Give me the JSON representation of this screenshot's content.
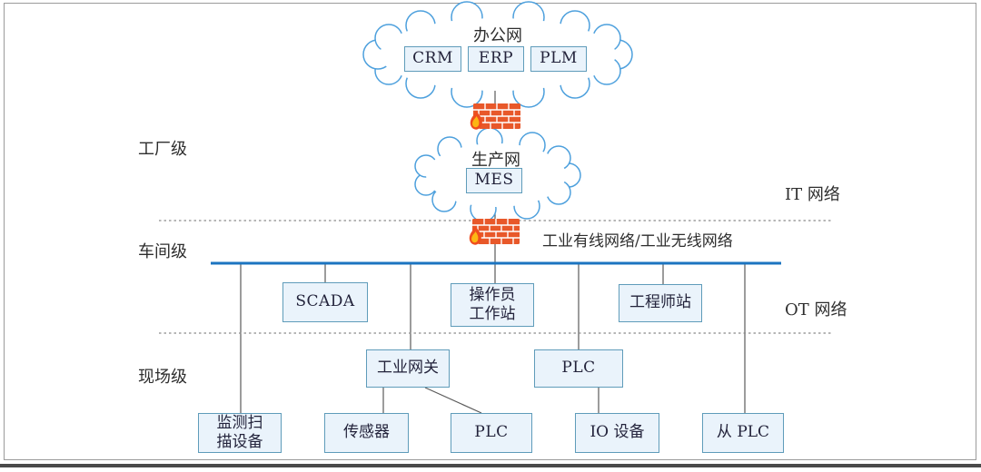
{
  "levels": [
    {
      "label": "工厂级"
    },
    {
      "label": "车间级"
    },
    {
      "label": "现场级"
    }
  ],
  "zones": [
    {
      "label": "IT 网络"
    },
    {
      "label": "OT 网络"
    }
  ],
  "office_cloud": {
    "label": "办公网",
    "systems": [
      {
        "label": "CRM"
      },
      {
        "label": "ERP"
      },
      {
        "label": "PLM"
      }
    ]
  },
  "production_cloud": {
    "label": "生产网",
    "systems": [
      {
        "label": "MES"
      }
    ]
  },
  "bus": {
    "label": "工业有线网络/工业无线网络"
  },
  "workshop_nodes": [
    {
      "label": "SCADA"
    },
    {
      "label": "操作员\n工作站"
    },
    {
      "label": "工程师站"
    }
  ],
  "field_nodes": [
    {
      "label": "工业网关"
    },
    {
      "label": "PLC"
    }
  ],
  "device_nodes": [
    {
      "label": "监测扫\n描设备"
    },
    {
      "label": "传感器"
    },
    {
      "label": "PLC"
    },
    {
      "label": "IO 设备"
    },
    {
      "label": "从 PLC"
    }
  ],
  "icons": {
    "firewall": "brick-wall-with-flame"
  },
  "colors": {
    "box_fill": "#eaf3fb",
    "box_border": "#5f9cba",
    "cloud_stroke": "#4da0dd",
    "bus_line": "#1b74c0",
    "connector": "#5a5a5a",
    "dotted": "#8a8a8a",
    "firewall_brick": "#e8582a",
    "flame_outer": "#ef4d1e",
    "flame_inner": "#fcb614",
    "frame_border": "#9b9b9b"
  }
}
